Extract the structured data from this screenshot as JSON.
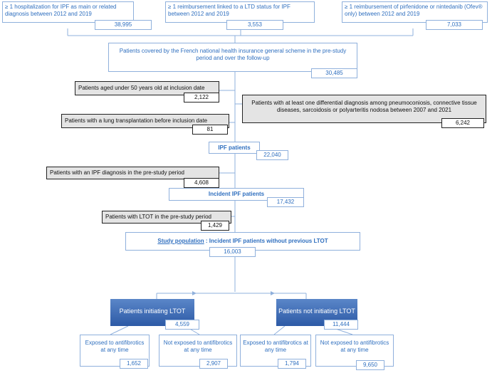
{
  "sources": [
    {
      "text": "≥ 1 hospitalization for IPF as main or related diagnosis between 2012 and 2019",
      "n": "38,995"
    },
    {
      "text": "≥ 1 reimbursement linked to a LTD status for IPF between 2012 and 2019",
      "n": "3,553"
    },
    {
      "text": "≥ 1 reimbursement of pirfenidone or nintedanib (Ofev® only) between 2012 and 2019",
      "n": "7,033"
    }
  ],
  "covered": {
    "text": "Patients covered by the French national health insurance general scheme in the pre-study period and over the follow-up",
    "n": "30,485"
  },
  "exclusions": {
    "age": {
      "text": "Patients aged under 50 years old at inclusion date",
      "n": "2,122"
    },
    "diff": {
      "text": "Patients with at least one differential diagnosis among pneumoconiosis, connective tissue diseases, sarcoidosis or polyarteritis nodosa between 2007 and 2021",
      "n": "6,242"
    },
    "lung": {
      "text": "Patients with a lung transplantation before inclusion date",
      "n": "81"
    },
    "prestudy": {
      "text": "Patients with an IPF diagnosis in the pre-study period",
      "n": "4,608"
    },
    "ltot": {
      "text": "Patients with LTOT in the pre-study period",
      "n": "1,429"
    }
  },
  "ipf": {
    "text": "IPF patients",
    "n": "22,040"
  },
  "incident": {
    "text": "Incident IPF patients",
    "n": "17,432"
  },
  "study": {
    "label": "Study population",
    "text": " : Incident IPF patients without previous LTOT",
    "n": "16,003"
  },
  "groups": [
    {
      "text": "Patients initiating LTOT",
      "n": "4,559",
      "sub": [
        {
          "text": "Exposed to antifibrotics at any time",
          "n": "1,652"
        },
        {
          "text": "Not exposed to antifibrotics at any time",
          "n": "2,907"
        }
      ]
    },
    {
      "text": "Patients not initiating LTOT",
      "n": "11,444",
      "sub": [
        {
          "text": "Exposed to antifibrotics at any time",
          "n": "1,794"
        },
        {
          "text": "Not exposed to antifibrotics at any time",
          "n": "9,650"
        }
      ]
    }
  ]
}
